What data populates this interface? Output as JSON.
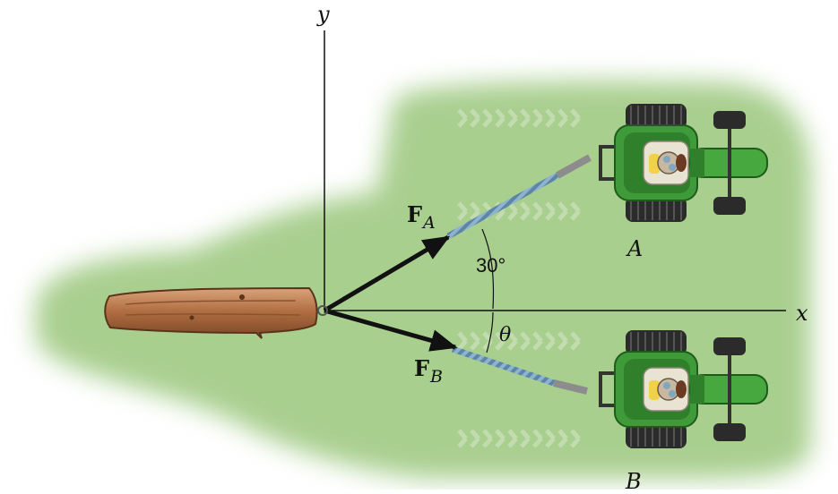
{
  "axes": {
    "y_label": "y",
    "x_label": "x"
  },
  "forces": {
    "a": {
      "symbol": "F",
      "subscript": "A"
    },
    "b": {
      "symbol": "F",
      "subscript": "B"
    }
  },
  "angles": {
    "a_value": "30°",
    "b_symbol": "θ"
  },
  "vehicles": {
    "a_label": "A",
    "b_label": "B"
  },
  "colors": {
    "grass": "#a9cf8f",
    "log": "#b26f43",
    "rope": "#7fa7c3",
    "tractor_body": "#3f9a3a",
    "tire": "#2b2b2b"
  },
  "icons": [
    "log-icon",
    "tractor-icon",
    "tire-icon",
    "tow-rope-icon",
    "force-arrow-icon"
  ]
}
